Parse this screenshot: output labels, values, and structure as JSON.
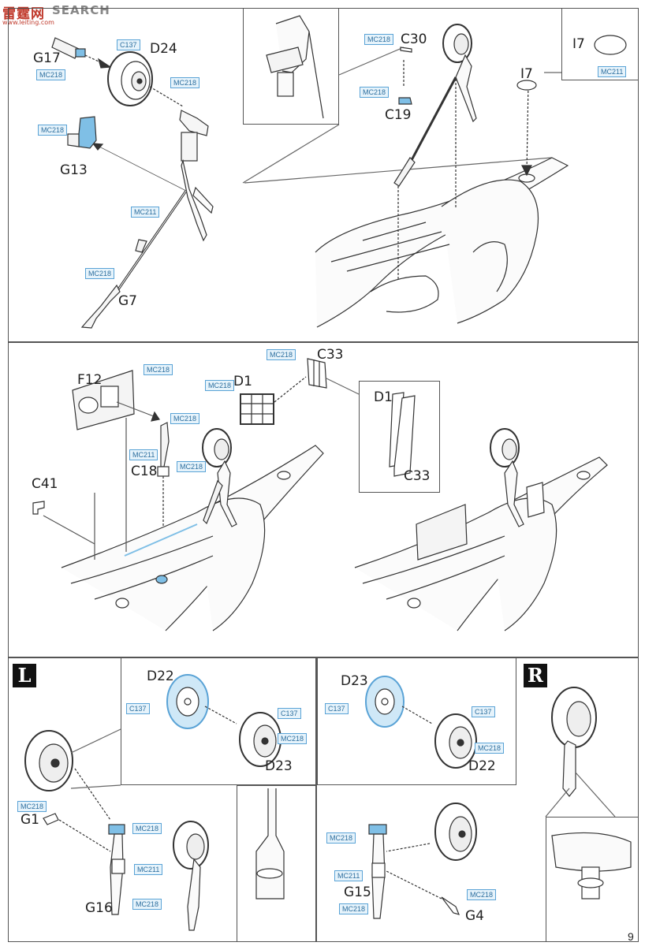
{
  "watermark": {
    "line1": "雷霆网",
    "line2": "SEARCH",
    "line3": "www.leiting.com"
  },
  "page_number": "9",
  "side_markers": {
    "left": "L",
    "right": "R"
  },
  "step1": {
    "labels": {
      "g17": "G17",
      "d24": "D24",
      "g13": "G13",
      "g7": "G7"
    },
    "paints": {
      "c137": "C137",
      "mc218_g17": "MC218",
      "mc218_d24": "MC218",
      "mc218_g13": "MC218",
      "mc211_g7": "MC211",
      "mc218_g7": "MC218"
    }
  },
  "step2": {
    "labels": {
      "c30": "C30",
      "c19": "C19",
      "i7_callout": "I7",
      "i7": "I7"
    },
    "paints": {
      "mc218_c30": "MC218",
      "mc218_c19": "MC218",
      "mc211_i7": "MC211"
    }
  },
  "step3": {
    "labels": {
      "f12": "F12",
      "d1": "D1",
      "c33": "C33",
      "c18": "C18",
      "c41": "C41",
      "inset_d1": "D1",
      "inset_c33": "C33"
    },
    "paints": {
      "mc218_c33": "MC218",
      "mc218_d1": "MC218",
      "mc218_f12": "MC218",
      "mc218_c18": "MC218",
      "mc211_c18": "MC211",
      "mc218_c18b": "MC218"
    }
  },
  "step4_left": {
    "labels": {
      "d22": "D22",
      "d23": "D23",
      "g1": "G1",
      "g16": "G16"
    },
    "paints": {
      "c137_d22": "C137",
      "c137_d23": "C137",
      "mc218_d23": "MC218",
      "mc218_g1": "MC218",
      "mc218_g16_top": "MC218",
      "mc211_g16": "MC211",
      "mc218_g16": "MC218"
    }
  },
  "step4_right": {
    "labels": {
      "d23": "D23",
      "d22": "D22",
      "g15": "G15",
      "g4": "G4"
    },
    "paints": {
      "c137_d23": "C137",
      "c137_d22": "C137",
      "mc218_d22": "MC218",
      "mc218_g15_top": "MC218",
      "mc211_g15": "MC211",
      "mc218_g15": "MC218",
      "mc218_g4": "MC218"
    }
  },
  "colors": {
    "paint_fill": "#e6f3fb",
    "paint_border": "#5aa3d6",
    "paint_text": "#2c6e9e",
    "highlight_part": "#7fbfe6"
  }
}
